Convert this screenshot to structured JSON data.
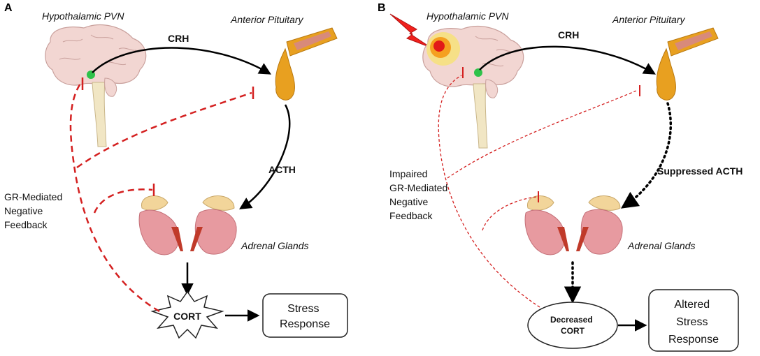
{
  "panel_a": {
    "letter": "A",
    "hypothalamus_label": "Hypothalamic PVN",
    "pituitary_label": "Anterior Pituitary",
    "crh_label": "CRH",
    "acth_label": "ACTH",
    "adrenal_label": "Adrenal Glands",
    "feedback_lines": [
      "GR-Mediated",
      "Negative",
      "Feedback"
    ],
    "cort_label": "CORT",
    "response_lines": [
      "Stress",
      "Response"
    ]
  },
  "panel_b": {
    "letter": "B",
    "hypothalamus_label": "Hypothalamic PVN",
    "pituitary_label": "Anterior Pituitary",
    "crh_label": "CRH",
    "acth_label": "Suppressed ACTH",
    "adrenal_label": "Adrenal Glands",
    "feedback_lines": [
      "Impaired",
      "GR-Mediated",
      "Negative",
      "Feedback"
    ],
    "cort_lines": [
      "Decreased",
      "CORT"
    ],
    "response_lines": [
      "Altered",
      "Stress",
      "Response"
    ]
  },
  "colors": {
    "feedback": "#d42020",
    "brain": "#f2d6d2",
    "pituitary": "#e8a020",
    "kidney": "#e79aa0",
    "adrenal_cap": "#f2d59a",
    "pvn": "#2ec24a",
    "injury": "#f0201c"
  }
}
